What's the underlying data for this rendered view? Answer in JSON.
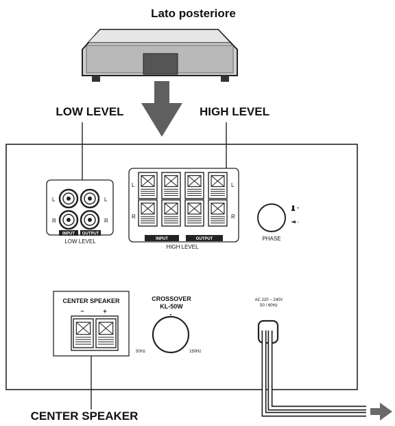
{
  "title": "Lato posteriore",
  "labels": {
    "low_level": "LOW LEVEL",
    "high_level": "HIGH LEVEL",
    "center_speaker": "CENTER SPEAKER"
  },
  "panel": {
    "rca_left": "L",
    "rca_right": "R",
    "rca_input_tag": "INPUT",
    "rca_output_tag": "OUTPUT",
    "rca_caption": "LOW LEVEL",
    "hl_left": "L",
    "hl_right": "R",
    "hl_input_tag": "INPUT",
    "hl_output_tag": "OUTPUT",
    "hl_caption": "HIGH LEVEL",
    "phase_label": "PHASE",
    "center_speaker_box": "CENTER SPEAKER",
    "minus": "−",
    "plus": "+",
    "crossover_line1": "CROSSOVER",
    "crossover_line2": "KL-50W",
    "crossover_min": "50Hz",
    "crossover_max": "150Hz",
    "ac_line1": "AC 220 ~ 240V",
    "ac_line2": "50 / 60Hz"
  }
}
